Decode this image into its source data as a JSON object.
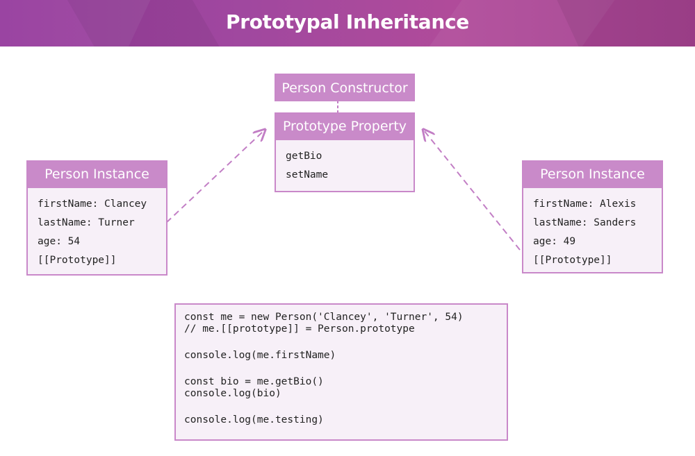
{
  "title": "Prototypal Inheritance",
  "colors": {
    "banner_purple": "#a0489f",
    "box_header": "#c98ac9",
    "box_border": "#c988c9",
    "box_fill": "#f7f0f8",
    "arrow": "#c27ec5"
  },
  "constructor": {
    "label": "Person Constructor"
  },
  "prototype": {
    "label": "Prototype Property",
    "methods": [
      "getBio",
      "setName"
    ]
  },
  "instances": [
    {
      "label": "Person Instance",
      "fields": [
        "firstName: Clancey",
        "lastName: Turner",
        "age: 54",
        "[[Prototype]]"
      ]
    },
    {
      "label": "Person Instance",
      "fields": [
        "firstName: Alexis",
        "lastName: Sanders",
        "age: 49",
        "[[Prototype]]"
      ]
    }
  ],
  "code": {
    "lines": [
      "const me = new Person('Clancey', 'Turner', 54)",
      "// me.[[prototype]] = Person.prototype",
      "console.log(me.firstName)",
      "const bio = me.getBio()",
      "console.log(bio)",
      "console.log(me.testing)"
    ]
  }
}
